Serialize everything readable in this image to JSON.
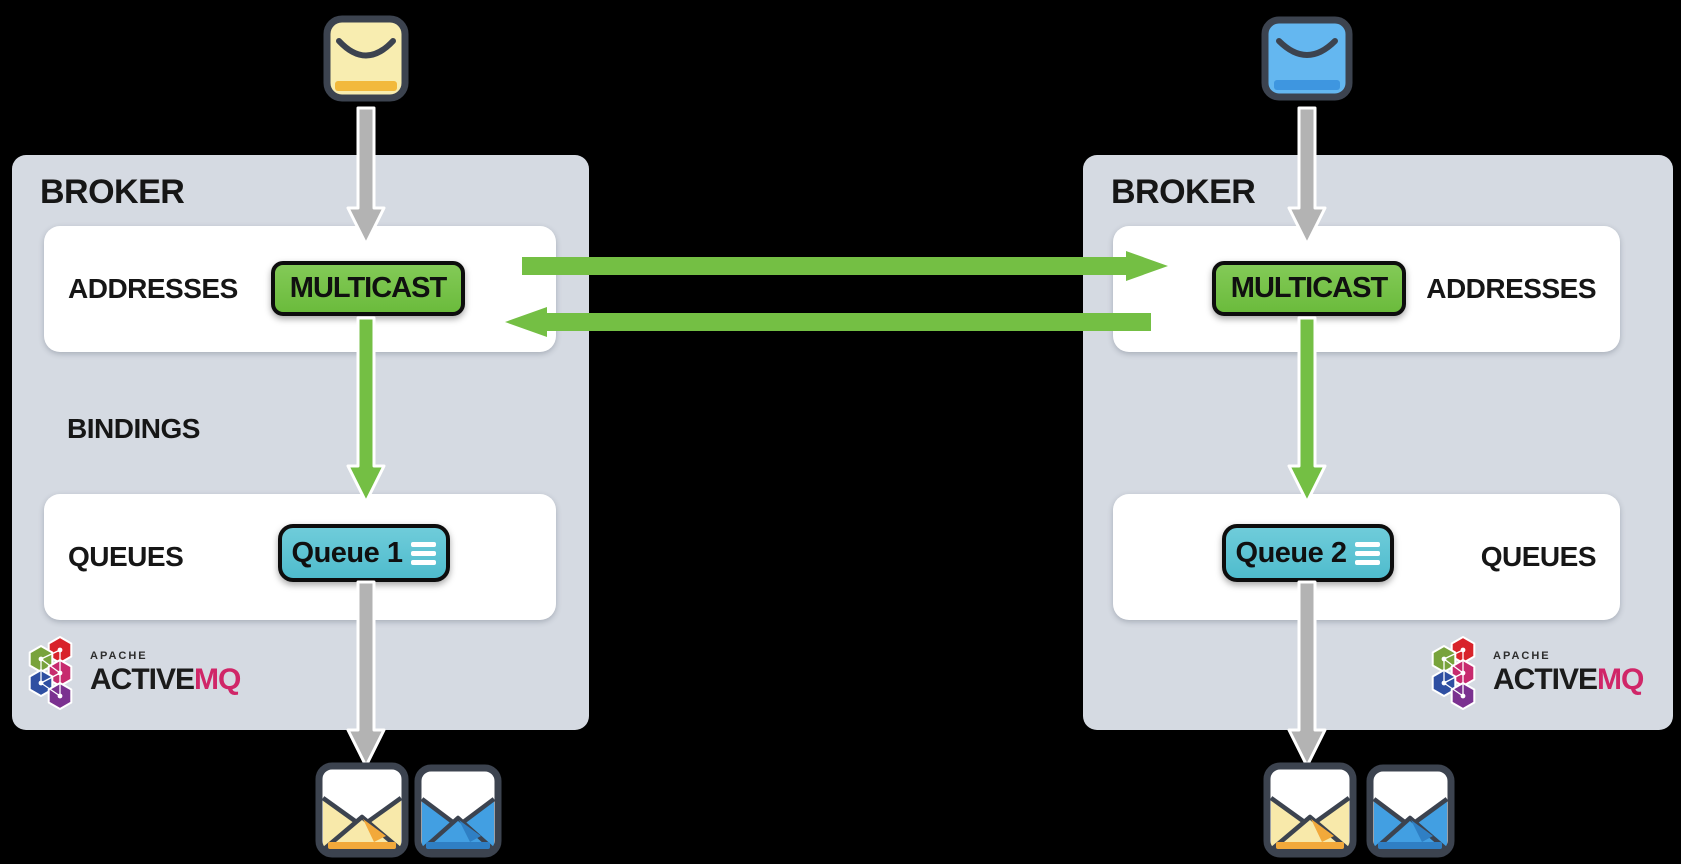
{
  "colors": {
    "background": "#000000",
    "broker_bg": "#d5dae2",
    "panel_bg": "#ffffff",
    "accent_green": "#74bf44",
    "accent_teal": "#5fc5d3",
    "arrow_gray": "#b3b3b3",
    "outline_dark": "#3c434f",
    "badge_border": "#0d0d0d",
    "activemq_pink": "#d02668",
    "text_dark": "#161616",
    "envelope_yellow": "#f8edb0",
    "envelope_yellow_accent": "#f2b93c",
    "envelope_blue": "#64b7f0",
    "envelope_blue_accent": "#3e96e0"
  },
  "producers": [
    {
      "icon": "closed-envelope-yellow"
    },
    {
      "icon": "closed-envelope-blue"
    }
  ],
  "brokers": [
    {
      "title": "BROKER",
      "addresses_label": "ADDRESSES",
      "multicast_badge": "MULTICAST",
      "bindings_label": "BINDINGS",
      "queues_label": "QUEUES",
      "queue_badge": "Queue 1",
      "logo": {
        "apache": "APACHE",
        "name": "ACTIVE",
        "suffix": "MQ"
      }
    },
    {
      "title": "BROKER",
      "addresses_label": "ADDRESSES",
      "multicast_badge": "MULTICAST",
      "queues_label": "QUEUES",
      "queue_badge": "Queue 2",
      "logo": {
        "apache": "APACHE",
        "name": "ACTIVE",
        "suffix": "MQ"
      }
    }
  ],
  "consumers": [
    {
      "icons": [
        "open-envelope-yellow",
        "open-envelope-blue"
      ]
    },
    {
      "icons": [
        "open-envelope-yellow",
        "open-envelope-blue"
      ]
    }
  ]
}
